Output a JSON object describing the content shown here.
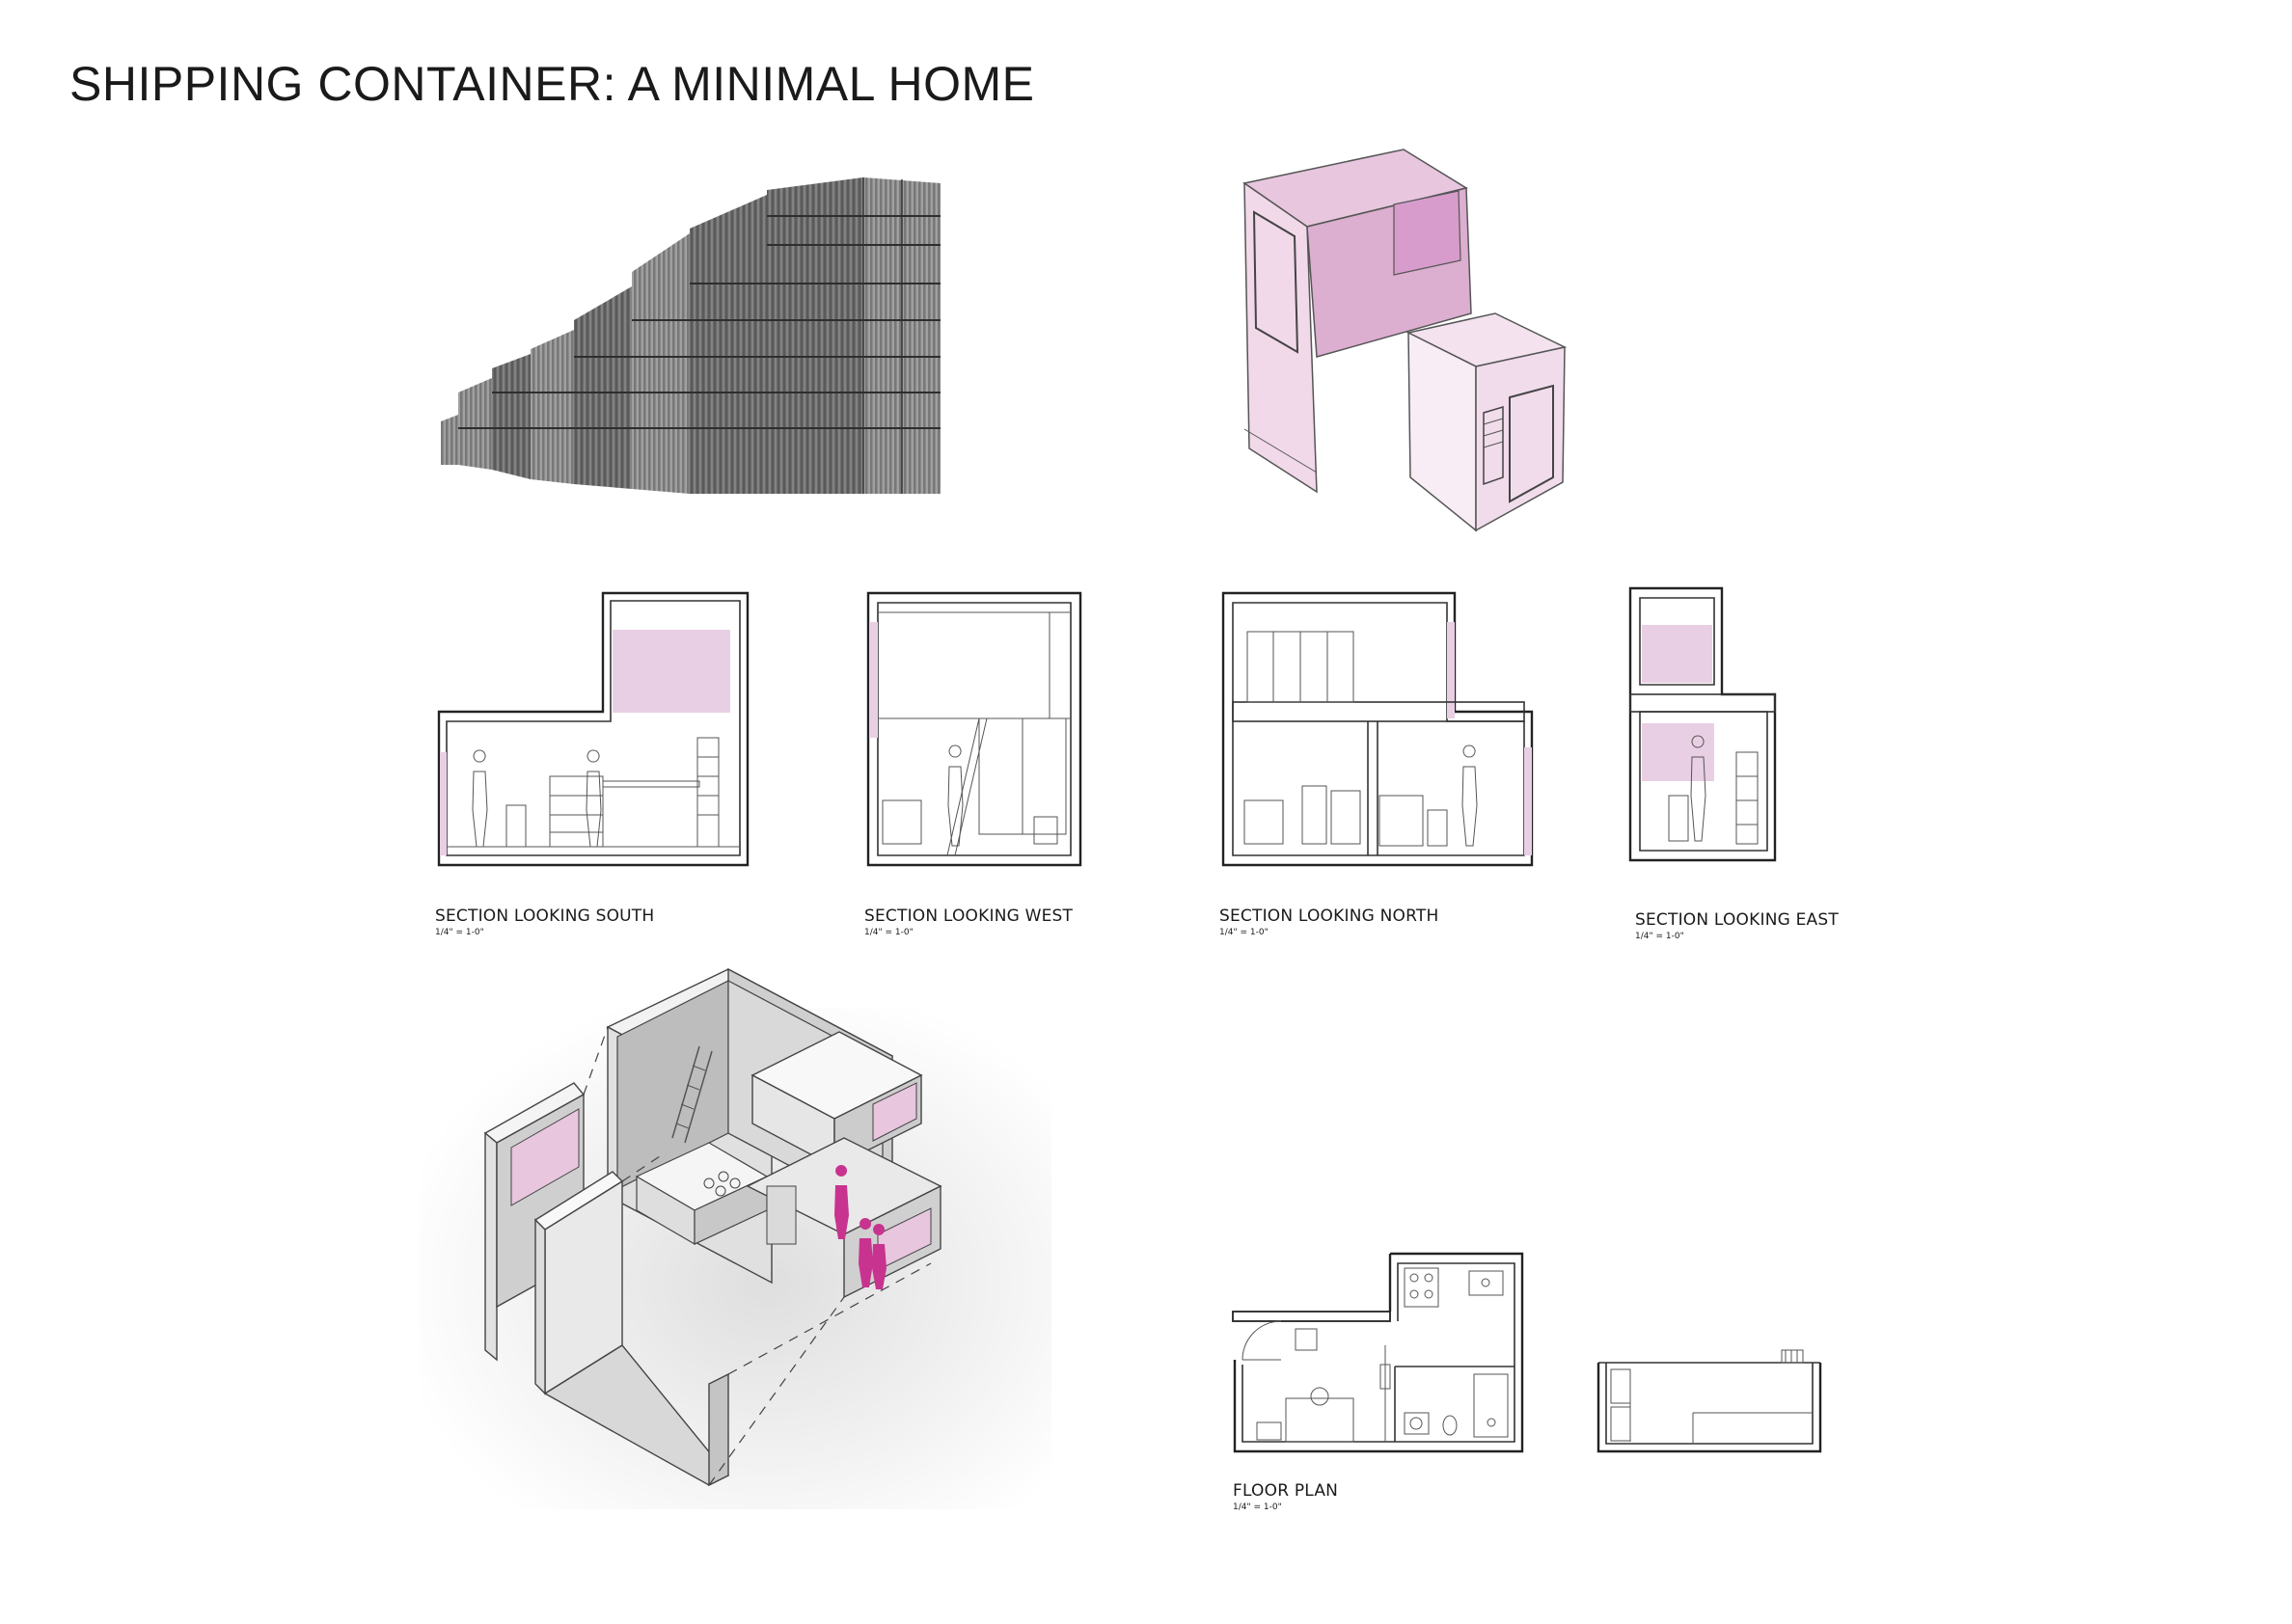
{
  "title": "SHIPPING CONTAINER: A MINIMAL HOME",
  "accent_colors": {
    "pink_light": "#f3e2ef",
    "pink_mid": "#e7c6de",
    "pink_dark": "#d79ccb",
    "magenta_figure": "#c8338f"
  },
  "sections": [
    {
      "label": "SECTION LOOKING SOUTH",
      "scale": "1/4\" = 1-0\""
    },
    {
      "label": "SECTION LOOKING WEST",
      "scale": "1/4\" = 1-0\""
    },
    {
      "label": "SECTION LOOKING NORTH",
      "scale": "1/4\" = 1-0\""
    },
    {
      "label": "SECTION LOOKING EAST",
      "scale": "1/4\" = 1-0\""
    }
  ],
  "floor_plan": {
    "label": "FLOOR PLAN",
    "scale": "1/4\" = 1-0\""
  }
}
